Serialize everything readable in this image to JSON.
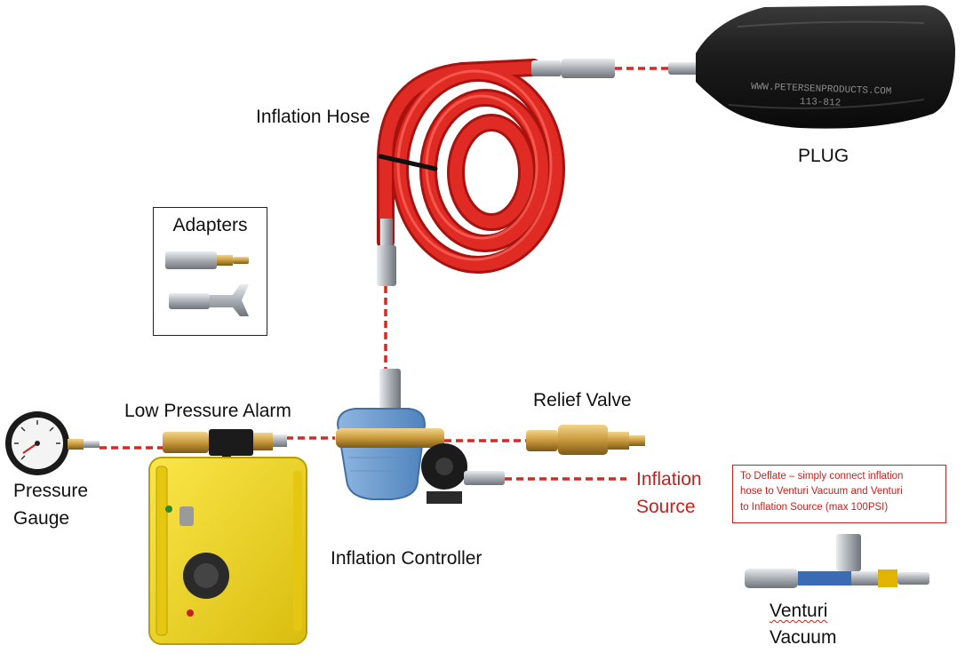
{
  "labels": {
    "inflation_hose": "Inflation Hose",
    "plug": "PLUG",
    "adapters": "Adapters",
    "low_pressure_alarm": "Low Pressure Alarm",
    "relief_valve": "Relief Valve",
    "pressure": "Pressure",
    "gauge": "Gauge",
    "inflation": "Inflation",
    "source": "Source",
    "inflation_controller": "Inflation Controller",
    "venturi": "Venturi",
    "vacuum": "Vacuum"
  },
  "plug_imprint": {
    "line1": "WWW.PETERSENPRODUCTS.COM",
    "line2": "113-812"
  },
  "note": {
    "line1": "To Deflate – simply connect inflation",
    "line2": "hose to Venturi Vacuum and Venturi",
    "line3": "to Inflation Source (max 100PSI)"
  },
  "colors": {
    "connector_dash": "#d32a25",
    "label_red": "#c8201c",
    "hose_red": "#d8221f",
    "case_yellow": "#f1d51b",
    "controller_blue": "#6f9fd2",
    "brass": "#c99a3c",
    "steel": "#b9bec4"
  }
}
